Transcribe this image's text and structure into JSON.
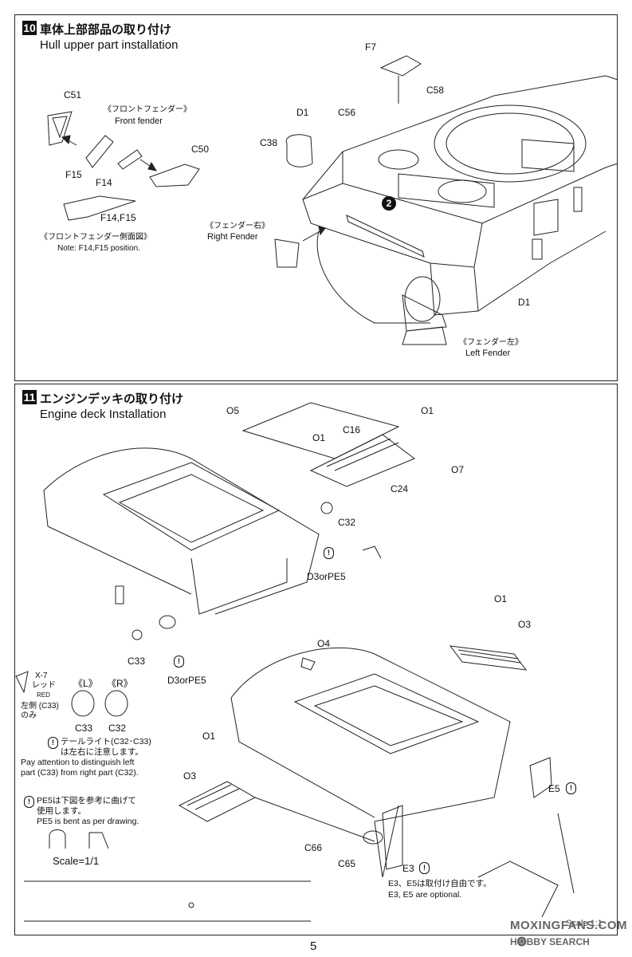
{
  "step10": {
    "number": "10",
    "title_jp": "車体上部部品の取り付け",
    "title_en": "Hull upper part installation",
    "labels": {
      "C51": "C51",
      "F15": "F15",
      "F14": "F14",
      "C50": "C50",
      "F14F15": "F14,F15",
      "F7": "F7",
      "D1a": "D1",
      "C56": "C56",
      "C58": "C58",
      "C38": "C38",
      "D1b": "D1"
    },
    "front_fender_jp": "《フロントフェンダー》",
    "front_fender_en": "Front fender",
    "side_view_jp": "《フロントフェンダー側面図》",
    "side_view_note": "Note: F14,F15 position.",
    "right_fender_jp": "《フェンダー右》",
    "right_fender_en": "Right Fender",
    "left_fender_jp": "《フェンダー左》",
    "left_fender_en": "Left Fender",
    "callout": "2"
  },
  "step11": {
    "number": "11",
    "title_jp": "エンジンデッキの取り付け",
    "title_en": "Engine deck Installation",
    "labels": {
      "O5": "O5",
      "O1a": "O1",
      "O1b": "O1",
      "C16": "C16",
      "O7": "O7",
      "C24": "C24",
      "C32": "C32",
      "D3a": "D3orPE5",
      "C33": "C33",
      "D3b": "D3orPE5",
      "O1c": "O1",
      "O3a": "O3",
      "O4": "O4",
      "O1d": "O1",
      "O3b": "O3",
      "E5": "E5",
      "C66": "C66",
      "C65": "C65",
      "E3": "E3"
    },
    "paint_code": "X-7",
    "paint_jp": "レッド",
    "paint_en": "RED",
    "left_only_jp": "左側 (C33)",
    "left_only_jp2": "のみ",
    "lr_left": "《L》",
    "lr_right": "《R》",
    "lr_c33": "C33",
    "lr_c32": "C32",
    "tail_jp1": "テールライト(C32･C33)",
    "tail_jp2": "は左右に注意します。",
    "tail_en1": "Pay attention to distinguish left",
    "tail_en2": "part (C33) from right part (C32).",
    "pe5_jp1": "PE5は下図を参考に曲げて",
    "pe5_jp2": "使用します。",
    "pe5_en": "PE5 is bent as per drawing.",
    "scale": "Scale=1/1",
    "optional_jp": "E3、E5は取付け自由です。",
    "optional_en": "E3, E5 are optional.",
    "scale_partial": "Scale 1:1"
  },
  "page_number": "5",
  "watermark": {
    "line1": "MOXINGFANS.COM",
    "line2": "H🅞BBY SEARCH"
  }
}
